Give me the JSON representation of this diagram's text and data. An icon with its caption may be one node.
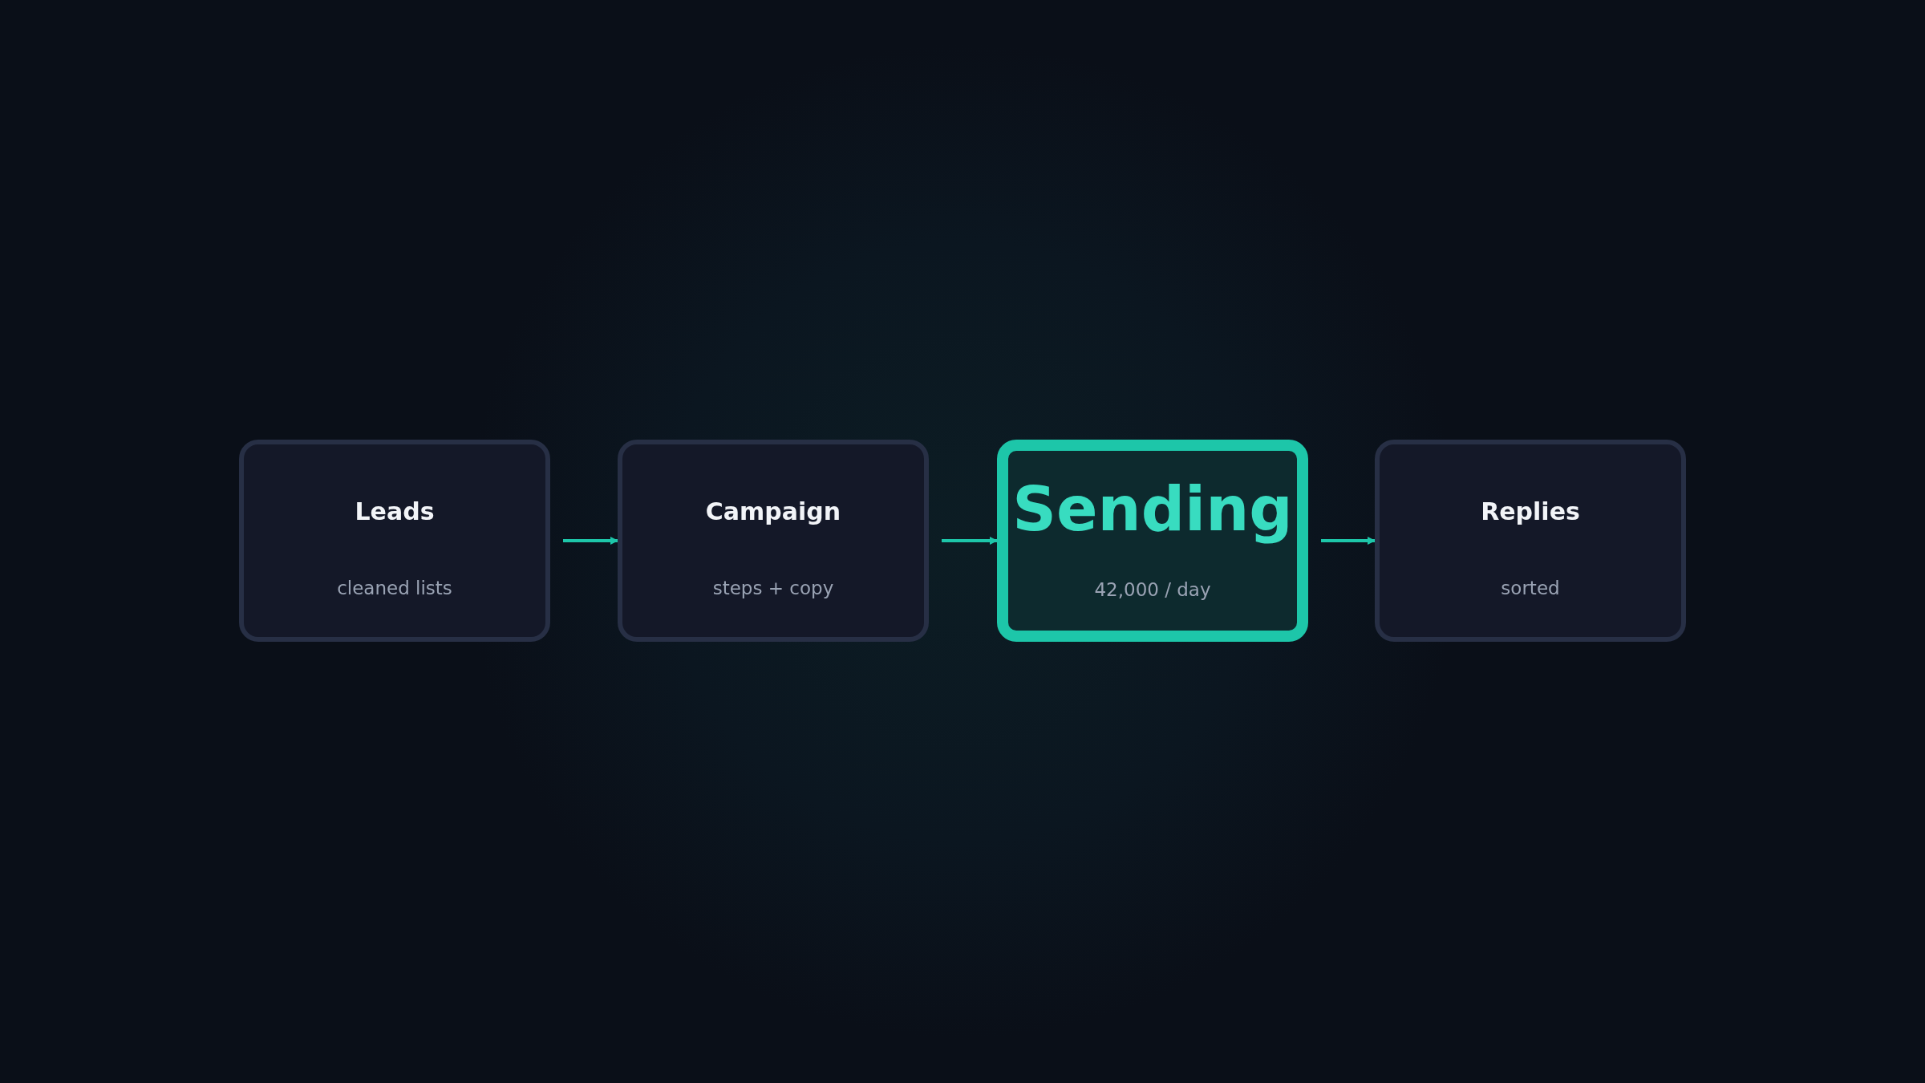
{
  "diagram": {
    "nodes": [
      {
        "text": [
          "Leads",
          "cleaned lists"
        ]
      },
      {
        "text": [
          "Campaign",
          "steps + copy"
        ]
      },
      {
        "text": [
          "Sending",
          "42,000 / day"
        ]
      },
      {
        "text": [
          "Replies",
          "sorted"
        ]
      }
    ],
    "edges": [
      {
        "from": 0,
        "to": 1,
        "arrow": "to"
      },
      {
        "from": 1,
        "to": 2,
        "arrow": "to"
      },
      {
        "from": 2,
        "to": 3,
        "arrow": "to"
      }
    ]
  }
}
